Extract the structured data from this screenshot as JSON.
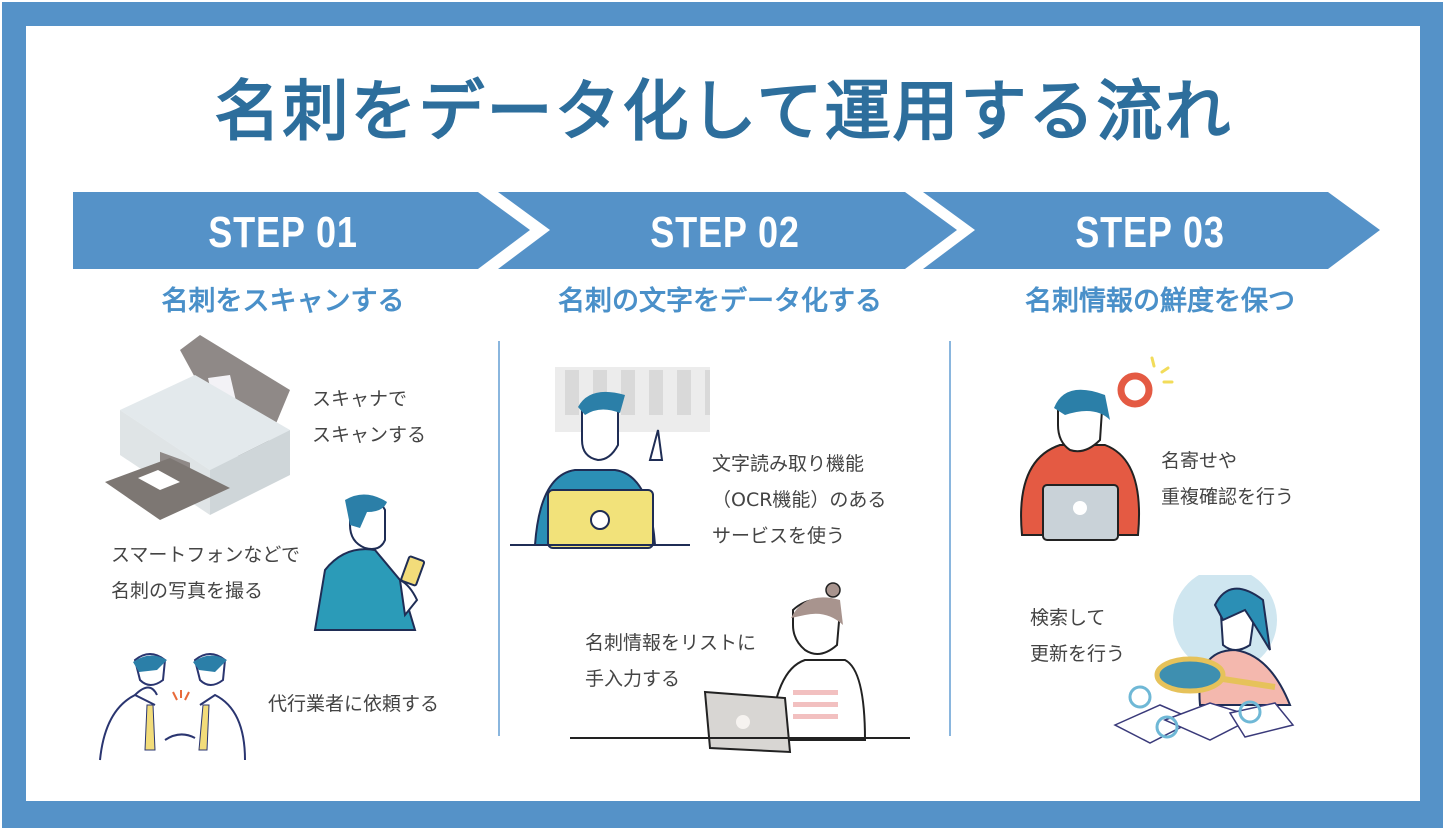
{
  "title": "名刺をデータ化して運用する流れ",
  "colors": {
    "frame": "#5592c8",
    "title": "#2d6e9c",
    "arrow": "#5592c8",
    "subtitle": "#4a90c9",
    "divider": "#8ab6de"
  },
  "steps": [
    {
      "label": "STEP 01",
      "subtitle": "名刺をスキャンする",
      "items": [
        {
          "illustration": "scanner-icon",
          "lines": [
            "スキャナで",
            "スキャンする"
          ]
        },
        {
          "illustration": "smartphone-man-icon",
          "lines": [
            "スマートフォンなどで",
            "名刺の写真を撮る"
          ]
        },
        {
          "illustration": "handshake-icon",
          "lines": [
            "代行業者に依頼する"
          ]
        }
      ]
    },
    {
      "label": "STEP 02",
      "subtitle": "名刺の文字をデータ化する",
      "items": [
        {
          "illustration": "ocr-laptop-man-icon",
          "lines": [
            "文字読み取り機能",
            "（OCR機能）のある",
            "サービスを使う"
          ]
        },
        {
          "illustration": "typing-woman-icon",
          "lines": [
            "名刺情報をリストに",
            "手入力する"
          ]
        }
      ]
    },
    {
      "label": "STEP 03",
      "subtitle": "名刺情報の鮮度を保つ",
      "items": [
        {
          "illustration": "checking-man-icon",
          "lines": [
            "名寄せや",
            "重複確認を行う"
          ]
        },
        {
          "illustration": "magnifier-woman-icon",
          "lines": [
            "検索して",
            "更新を行う"
          ]
        }
      ]
    }
  ]
}
